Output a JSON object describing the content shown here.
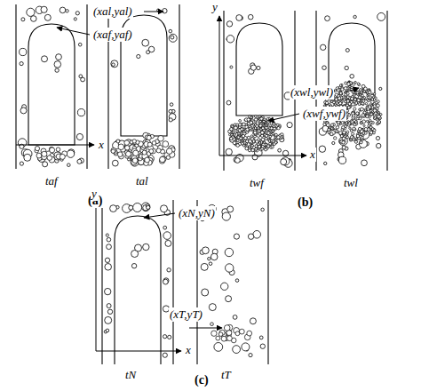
{
  "diagram": {
    "labels": [
      "x",
      "(xal,yal)",
      "(xaf,yaf)",
      "taf",
      "tal",
      "(a)",
      "y",
      "x",
      "(xwl,ywl)",
      "(xwf,ywf)",
      "twf",
      "twl",
      "(b)",
      "y",
      "x",
      "(xN,yN)",
      "(xT,yT)",
      "tN",
      "tT",
      "(c)"
    ]
  }
}
